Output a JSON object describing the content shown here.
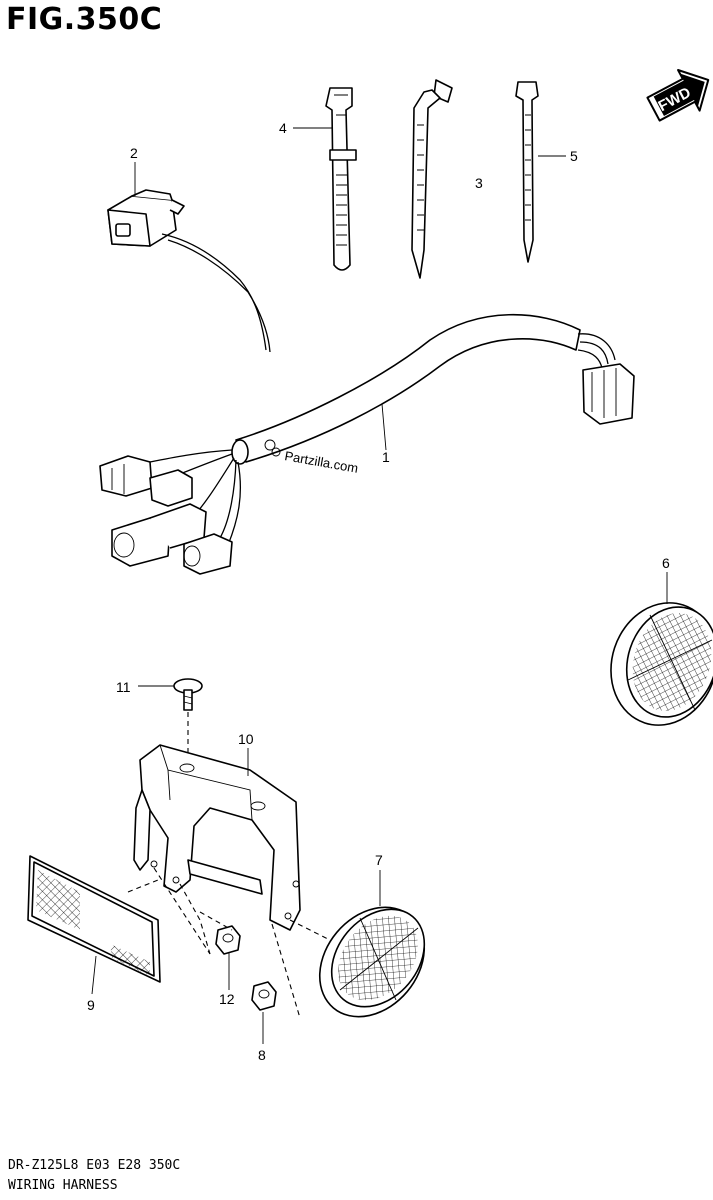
{
  "figure": {
    "title": "FIG.350C",
    "watermark": "Partzilla.com",
    "fwd_label": "FWD",
    "model_code": "DR-Z125L8 E03 E28 350C",
    "section_name": "WIRING HARNESS"
  },
  "callouts": [
    {
      "id": "1",
      "part": "wiring-harness"
    },
    {
      "id": "2",
      "part": "switch"
    },
    {
      "id": "3",
      "part": "clamp"
    },
    {
      "id": "4",
      "part": "clamp"
    },
    {
      "id": "5",
      "part": "clamp"
    },
    {
      "id": "6",
      "part": "reflector"
    },
    {
      "id": "7",
      "part": "reflector"
    },
    {
      "id": "8",
      "part": "nut"
    },
    {
      "id": "9",
      "part": "reflector"
    },
    {
      "id": "10",
      "part": "bracket"
    },
    {
      "id": "11",
      "part": "screw"
    },
    {
      "id": "12",
      "part": "nut"
    }
  ],
  "colors": {
    "ink": "#000000",
    "paper": "#ffffff"
  }
}
